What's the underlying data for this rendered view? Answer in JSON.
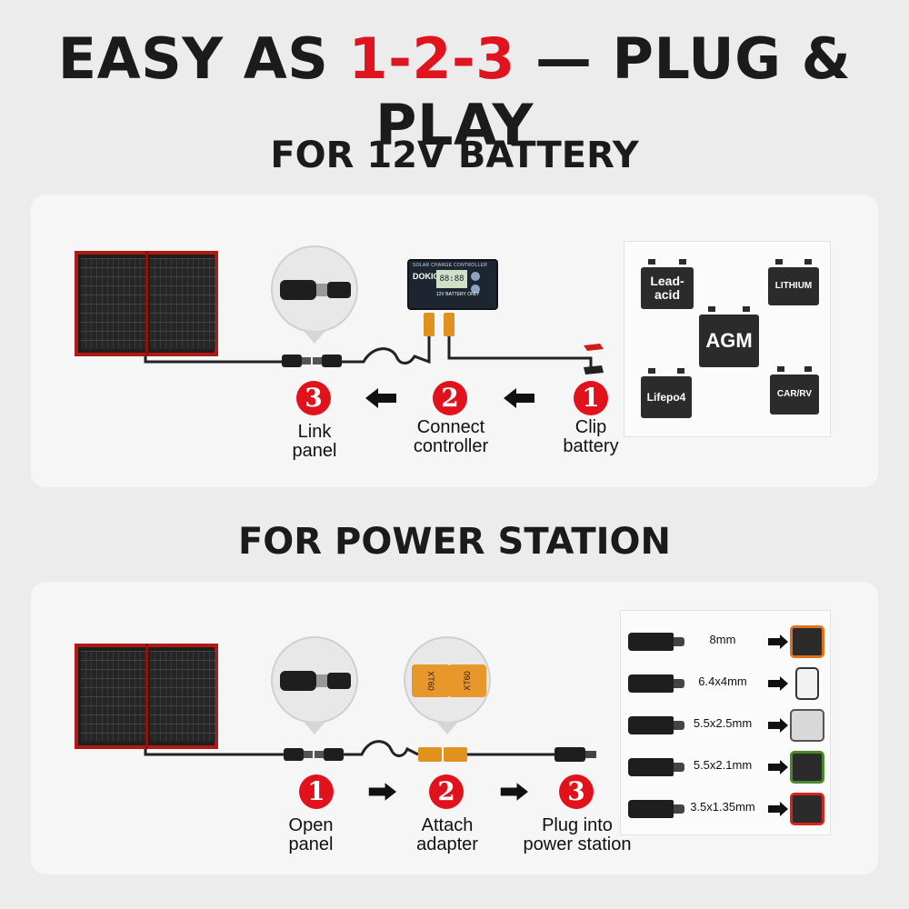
{
  "header": {
    "title_prefix": "EASY AS ",
    "title_highlight": "1-2-3",
    "title_suffix": " — PLUG & PLAY"
  },
  "colors": {
    "accent_red": "#e0141e",
    "text_dark": "#1b1b1b",
    "card_bg": "#f6f6f6",
    "page_bg": "#ececec",
    "panel_frame": "#b11a14"
  },
  "battery_section": {
    "title": "FOR 12V BATTERY",
    "controller": {
      "brand": "DOKIO",
      "top_text": "SOLAR CHARGE CONTROLLER",
      "display": "88:88",
      "badge": "12V BATTERY ONLY"
    },
    "steps": [
      {
        "number": "3",
        "line1": "Link",
        "line2": "panel"
      },
      {
        "number": "2",
        "line1": "Connect",
        "line2": "controller"
      },
      {
        "number": "1",
        "line1": "Clip",
        "line2": "battery"
      }
    ],
    "battery_types": [
      {
        "line1": "Lead-",
        "line2": "acid"
      },
      {
        "line1": "LITHIUM",
        "line2": ""
      },
      {
        "line1": "AGM",
        "line2": ""
      },
      {
        "line1": "Lifepo4",
        "line2": ""
      },
      {
        "line1": "CAR/RV",
        "line2": ""
      }
    ]
  },
  "station_section": {
    "title": "FOR POWER STATION",
    "adapter_labels": [
      "XT60",
      "XT60"
    ],
    "steps": [
      {
        "number": "1",
        "line1": "Open",
        "line2": "panel"
      },
      {
        "number": "2",
        "line1": "Attach",
        "line2": "adapter"
      },
      {
        "number": "3",
        "line1": "Plug into",
        "line2": "power station"
      }
    ],
    "connectors": [
      {
        "size": "8mm",
        "device_icon": "power-station-orange-icon"
      },
      {
        "size": "6.4x4mm",
        "device_icon": "power-station-white-icon"
      },
      {
        "size": "5.5x2.5mm",
        "device_icon": "power-station-silver-icon"
      },
      {
        "size": "5.5x2.1mm",
        "device_icon": "power-station-green-icon"
      },
      {
        "size": "3.5x1.35mm",
        "device_icon": "power-station-red-icon"
      }
    ]
  }
}
